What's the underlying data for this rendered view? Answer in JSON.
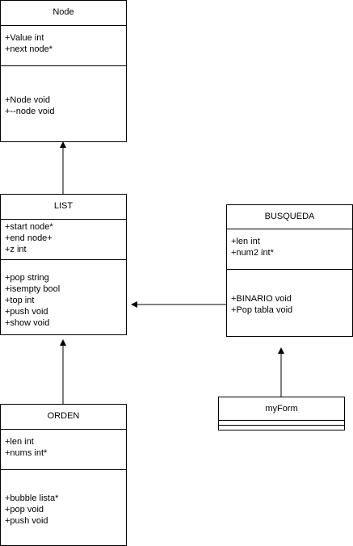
{
  "node": {
    "name": "Node",
    "attributes": [
      "+Value int",
      "+next node*"
    ],
    "methods": [
      "+Node void",
      "+--node void"
    ]
  },
  "list": {
    "name": "LIST",
    "attributes": [
      "+start node*",
      "+end node+",
      "+z int"
    ],
    "methods": [
      "+pop string",
      "+isempty bool",
      "+top int",
      "+push void",
      "+show void"
    ]
  },
  "busqueda": {
    "name": "BUSQUEDA",
    "attributes": [
      "+len int",
      "+num2 int*"
    ],
    "methods": [
      "+BINARIO void",
      "+Pop tabla void"
    ]
  },
  "orden": {
    "name": "ORDEN",
    "attributes": [
      "+len int",
      "+nums int*"
    ],
    "methods": [
      "+bubble lista*",
      "+pop void",
      "+push void"
    ]
  },
  "myform": {
    "name": "myForm"
  }
}
